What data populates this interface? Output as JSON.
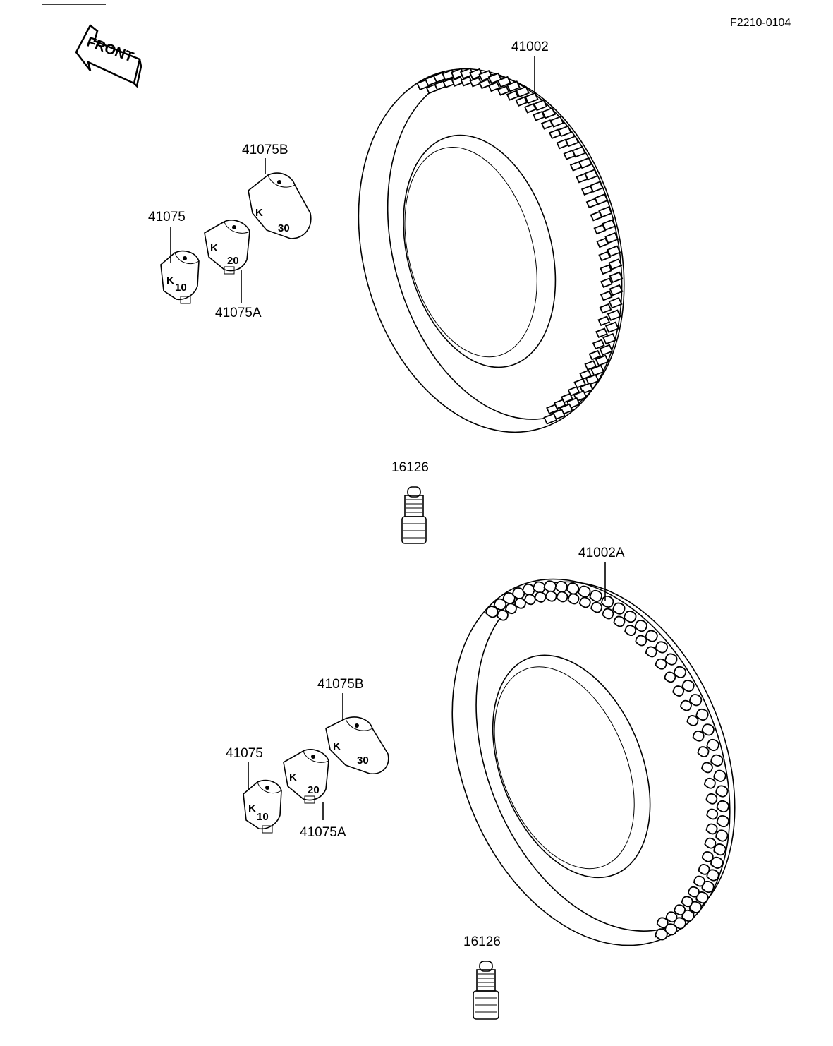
{
  "figure_code": "F2210-0104",
  "front_arrow": {
    "label": "FRONT"
  },
  "parts": {
    "front_tire": "41002",
    "rear_tire": "41002A",
    "valve_front": "16126",
    "valve_rear": "16126",
    "weights_front": {
      "w10": "41075",
      "w20": "41075A",
      "w30": "41075B"
    },
    "weights_rear": {
      "w10": "41075",
      "w20": "41075A",
      "w30": "41075B"
    }
  },
  "weight_marks": {
    "brand": "K",
    "w10": "10",
    "w20": "20",
    "w30": "30"
  },
  "colors": {
    "ink": "#000000",
    "paper": "#ffffff"
  }
}
